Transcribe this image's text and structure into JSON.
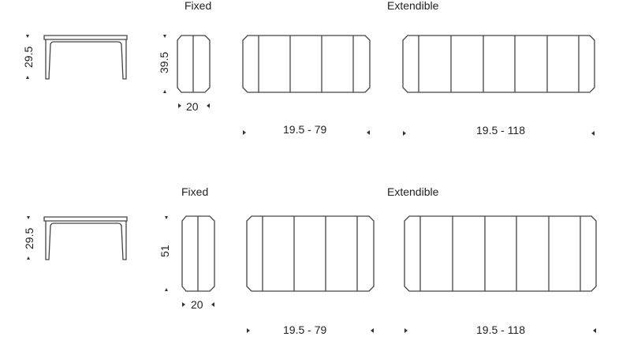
{
  "rows": [
    {
      "fixed_label": "Fixed",
      "extendible_label": "Extendible",
      "height_dim": "29.5",
      "fixed_depth_dim": "39.5",
      "fixed_width_dim": "20",
      "ext1_dim": "19.5 - 79",
      "ext2_dim": "19.5 - 118"
    },
    {
      "fixed_label": "Fixed",
      "extendible_label": "Extendible",
      "height_dim": "29.5",
      "fixed_depth_dim": "51",
      "fixed_width_dim": "20",
      "ext1_dim": "19.5 - 79",
      "ext2_dim": "19.5 - 118"
    }
  ]
}
